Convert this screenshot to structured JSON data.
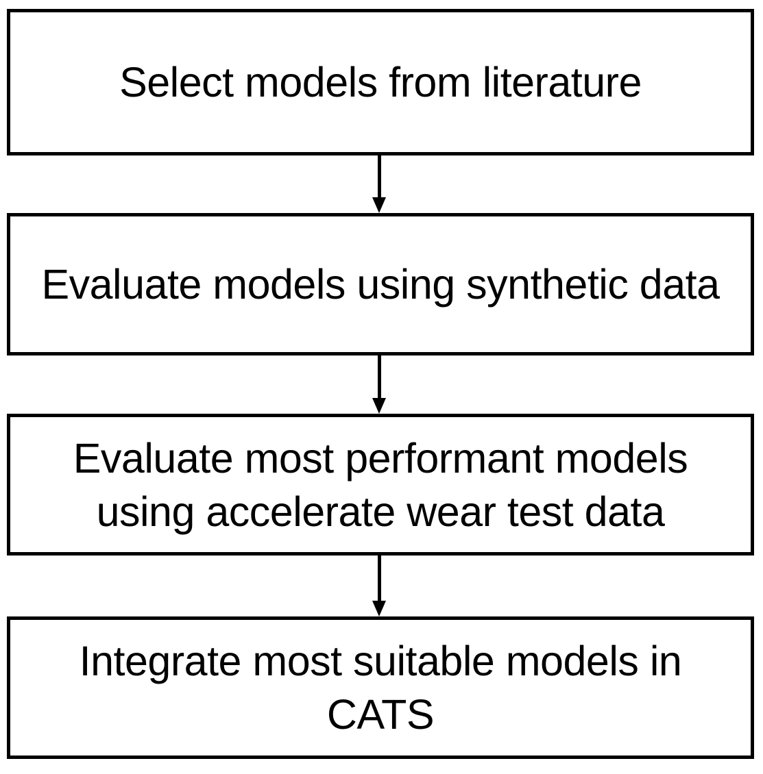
{
  "diagram": {
    "type": "flowchart",
    "orientation": "vertical",
    "background_color": "#ffffff",
    "stroke_color": "#000000",
    "text_color": "#000000",
    "nodes": [
      {
        "id": "node-1",
        "shape": "rectangle",
        "label": "Select models from literature"
      },
      {
        "id": "node-2",
        "shape": "rectangle",
        "label": "Evaluate models using synthetic data"
      },
      {
        "id": "node-3",
        "shape": "rectangle",
        "label": "Evaluate most performant models\nusing accelerate wear test data"
      },
      {
        "id": "node-4",
        "shape": "rectangle",
        "label": "Integrate most suitable models in\nCATS"
      }
    ],
    "connectors": [
      {
        "id": "arrow-1",
        "from": "node-1",
        "to": "node-2",
        "style": "solid-arrow-down"
      },
      {
        "id": "arrow-2",
        "from": "node-2",
        "to": "node-3",
        "style": "solid-arrow-down"
      },
      {
        "id": "arrow-3",
        "from": "node-3",
        "to": "node-4",
        "style": "solid-arrow-down"
      }
    ]
  }
}
